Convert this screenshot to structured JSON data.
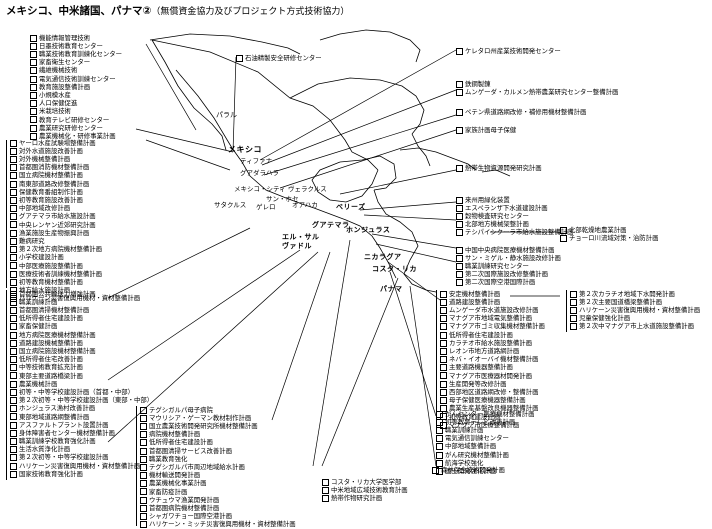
{
  "title": "メキシコ、中米諸国、パナマ②",
  "subtitle": "（無償資金協力及びプロジェクト方式技術協力）",
  "countries": {
    "mexico": "メキシコ",
    "belize": "ベリーズ",
    "guatemala": "グアテマラ",
    "honduras": "ホンジュラス",
    "el_salvador": "エル・サルヴァドル",
    "nicaragua": "ニカラグア",
    "costa_rica": "コスタ・リカ",
    "panama": "パナマ"
  },
  "cities": {
    "parral": "パラル",
    "tijuana": "ティファナ",
    "guadalajara": "グアダラハラ",
    "mexico_city": "メキシコ・シティ",
    "veracruz": "ヴェラクルス",
    "oaxaca": "オアハカ",
    "san_jose": "サン・ホセ",
    "gueja": "ゲレロ",
    "tapachula": "サタクルス"
  },
  "groups": {
    "nw_left": [
      "機能情報管理技術",
      "日墨技術教育センター",
      "職業技術教育訓練化センター",
      "家畜衛生センター",
      "繊維機械技術",
      "電気通信技術訓練センター",
      "教育施設整備計画",
      "小規模水産",
      "人口保健促進",
      "米栽培技術",
      "教育テレビ研修センター",
      "農業研究研修センター",
      "農業機械化・研修事業計画"
    ],
    "w_left": [
      "ヤーロ水産試験場整備計画",
      "対外水道施設改善計画",
      "対外機械整備計画",
      "首都圏消防機材整備計画",
      "国立病院機材整備計画",
      "南東部道路改修整備計画",
      "保健教育番組制作計画",
      "初等教育施設改善計画",
      "中部地域改修計画",
      "グアテマラ市給水施設計画",
      "中央レンヤン近郊研究計画",
      "漁業施設生産物振興計画",
      "難病研究",
      "第２次地方病院機材整備計画",
      "小学校建設計画",
      "中部医療施設整備計画",
      "医療技術者訓練機材整備計画",
      "初等教育機材整備計画",
      "地方給水施設計画",
      "ハリケーン災害復興用機材・資材整備計画"
    ],
    "sw_left": [
      "首都圏公共輸送力増強計画",
      "職業訓練計画",
      "首都圏清掃機材整備計画",
      "低所得者住宅建設計画",
      "家畜保健計画",
      "地方病院医療機材整備計画",
      "道路建設機械整備計画",
      "国立病院施設機材整備計画",
      "低所得者住宅改善計画",
      "中等技術教育拡充計画",
      "東部主要道路橋梁計画",
      "農業機械計画",
      "初等・中等学校建設計画（首都・中部）",
      "第２次初等・中等学校建設計画（東部・中部）",
      "ホンジュラス漁村改善計画",
      "東部地域道路網整備計画",
      "アスファルトプラント設置計画",
      "身体障害者センター機材整備計画",
      "職業訓練学校教育強化計画",
      "生活水質浄化計画",
      "第２次初等・中等学校建設計画",
      "ハリケーン災害復興用機材・資材整備計画",
      "国家技術教育強化計画"
    ],
    "bottom_mid": [
      "テグシガルパ母子病院",
      "マウリシア・ゲーマン教材制作計画",
      "国立農業技術開発研究所機材整備計画",
      "病院機材整備計画",
      "低所得者住宅建設計画",
      "首都圏清掃サービス改善計画",
      "職業教育強化",
      "テグシガルパ市周辺地域給水計画",
      "機材輸送開発計画",
      "農業機械化事業計画",
      "家畜防疫計画",
      "ウチュウマ漁業開発計画",
      "首都圏病院機材整備計画",
      "シャガワチョー国際空港計画",
      "ハリケーン・ミッチ災害復興用機材・資材整備計画"
    ],
    "right_top": [
      "ケレタロ州産業技術開発センター"
    ],
    "right_group2": [
      "鉄鋼製錬",
      "ムンゲーダ・カルメン熱帯農業研究センター整備計画"
    ],
    "right_group3": [
      "ペテン県道路網改修・補修用機材整備計画"
    ],
    "right_group4": [
      "家族計画母子保健"
    ],
    "right_group5": [
      "熱帯生物資源開発研究計画"
    ],
    "right_group6": [
      "来州用緑化装置",
      "エスペランザ下水道建設計画",
      "穀物検査研究センター",
      "北部地方機械架整計画",
      "テシパイシクーラ市給水施設整備計画"
    ],
    "right_far": [
      "北部乾燥地農業計画",
      "チョーロ川流域対策・治防計画"
    ],
    "right_group7": [
      "中国中央病院医療機材整備計画",
      "サン・ミゲル・静水施設改修計画",
      "職業訓練研究センター",
      "第二次国際施設改修整備計画",
      "第二次国際空港国際計画"
    ],
    "right_group8": [
      "安定機材整備計画",
      "道路建設整備計画",
      "ムンゲーダ市水道施設改修計画",
      "マナグア市地域電気整備計画",
      "マナグア市ゴミ収集機材整備計画",
      "低所得者住宅建設計画",
      "カラチオ市給水施設整備計画",
      "レオン市地方道路網計画",
      "ネバ・イオーバイ機材整備計画",
      "主要道路機器整備計画",
      "マナグア市医療器材開発計画",
      "生産開発等改修計画",
      "西部地区道路網改修・整備計画",
      "母子保健医療機器整備計画",
      "農業生産基盤改良機器整備計画",
      "初等教育建設計画",
      "マナグア市医療整備計画"
    ],
    "right_far2": [
      "第２次カラチオ地域下水開発計画",
      "第２次主要国道橋梁整備計画",
      "ハリケーン災害復興用機材・資材整備計画",
      "児童保健強化計画",
      "第２次中マナグア市上水道施設整備計画"
    ],
    "right_group9": [
      "がんセンター医療機材整備計画",
      "初等教育テレビ改善計画",
      "職業訓練計画",
      "電気通信訓練センター",
      "中部地域整備計画",
      "がん研究機材整備計画",
      "航海学校強化",
      "国土開発強化計画"
    ],
    "costa_rica_mid": [
      "コスタ・リカ大学医学部",
      "中米地域広域技術教育計画",
      "熱帯作物研究計画"
    ],
    "panama_bottom": [
      "森林保全技術開発計画"
    ],
    "mexico_mid": [
      "石油精製安全研修センター"
    ]
  }
}
